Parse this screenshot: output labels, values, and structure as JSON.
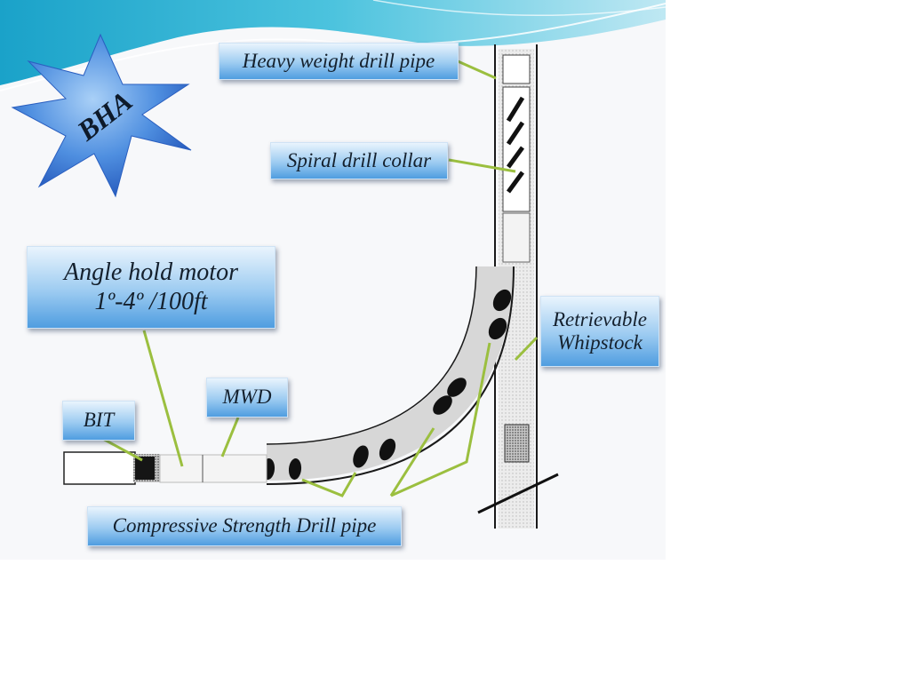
{
  "badge": {
    "text": "BHA"
  },
  "labels": {
    "heavy_weight": "Heavy weight drill pipe",
    "spiral_collar": "Spiral drill collar",
    "angle_motor": "Angle hold motor\n1º-4º /100ft",
    "retrievable": "Retrievable\nWhipstock",
    "mwd": "MWD",
    "bit": "BIT",
    "compressive": "Compressive Strength Drill pipe"
  },
  "colors": {
    "label_top": "#e9f4fd",
    "label_bottom": "#4f9de0",
    "leader": "#9bbf3f",
    "star_light": "#7fb7ef",
    "star_dark": "#2f6fcf",
    "wave": "#37b3d4"
  },
  "icons": {
    "badge_shape": "starburst-icon"
  }
}
